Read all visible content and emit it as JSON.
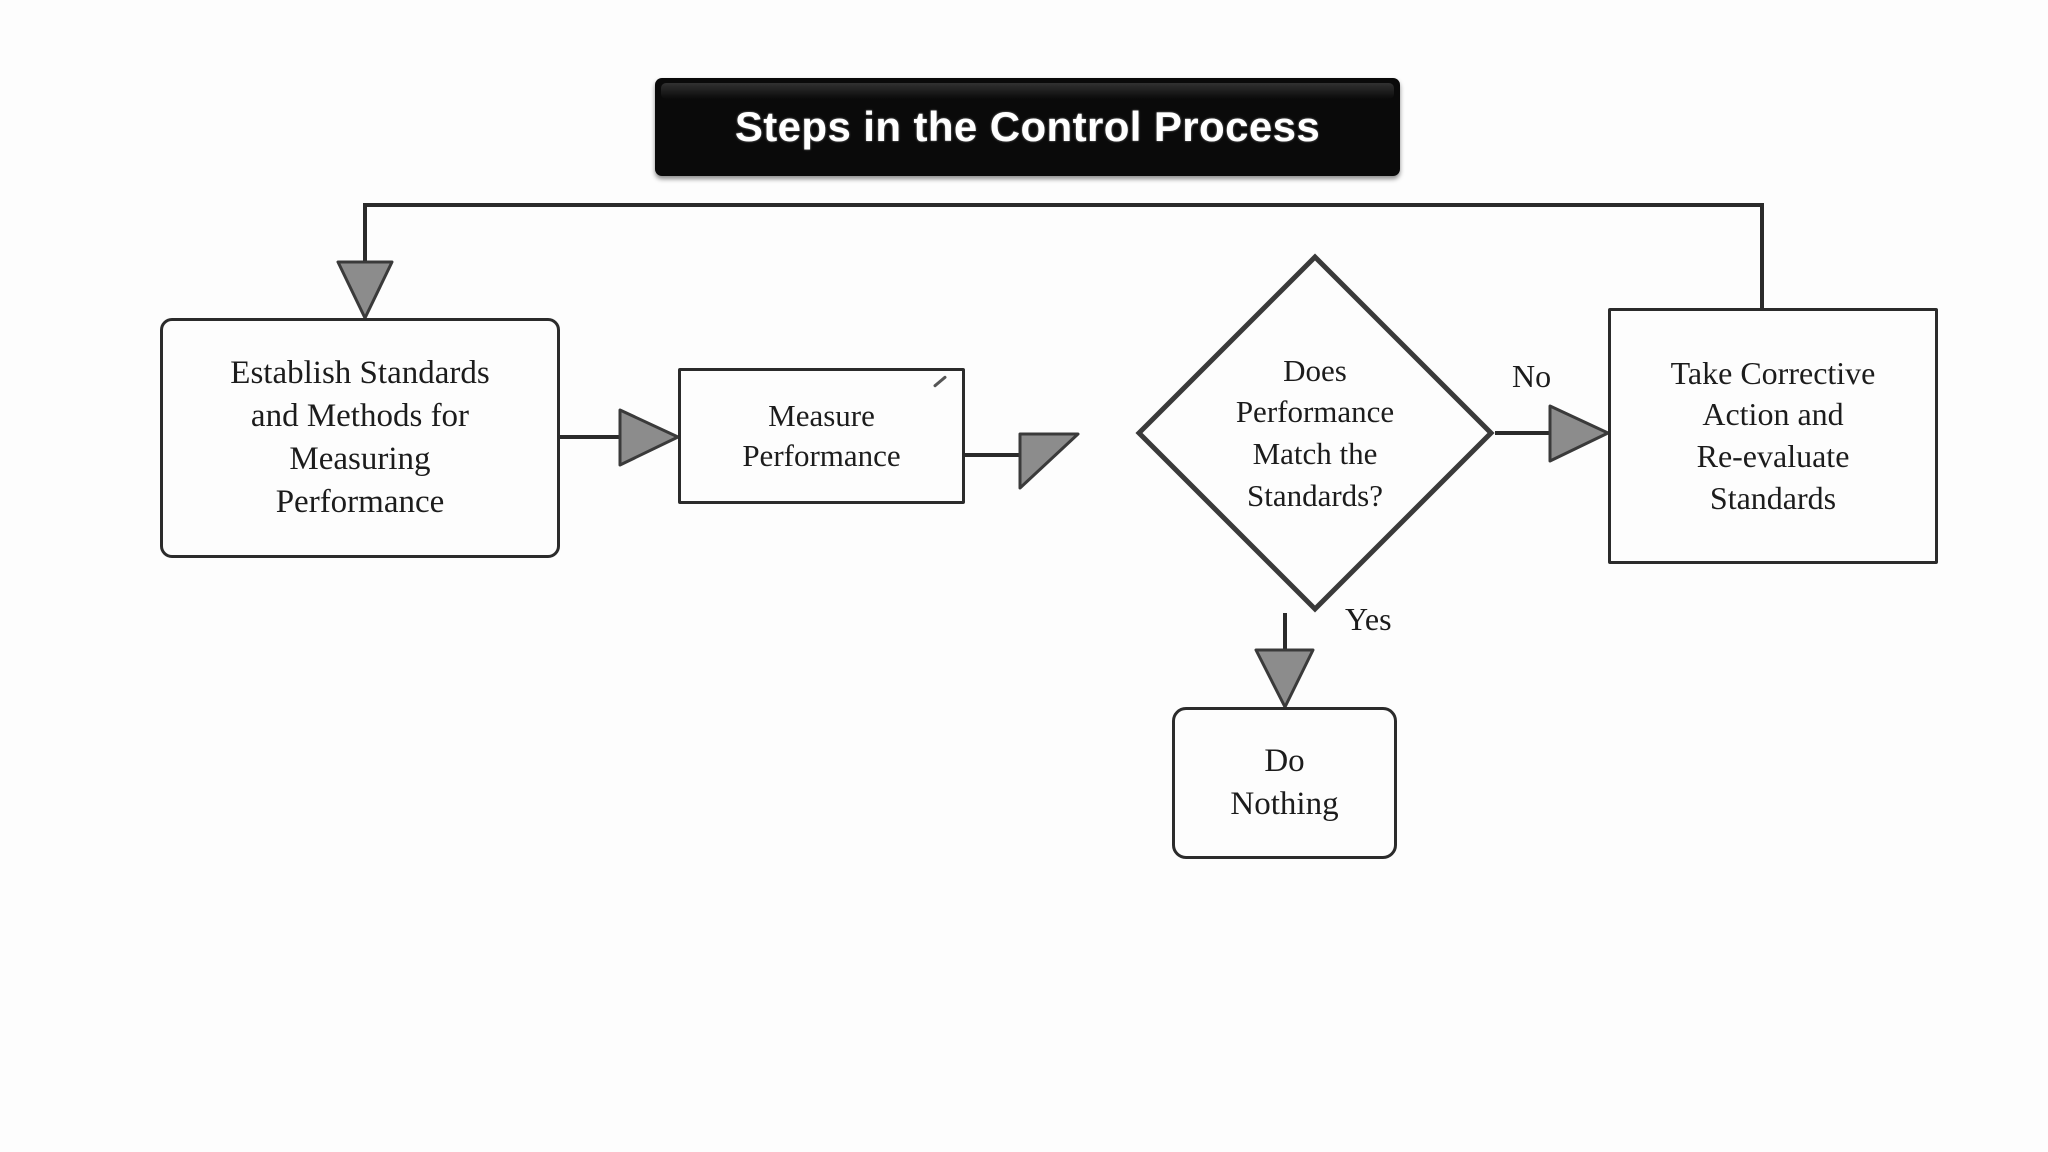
{
  "title": {
    "text": "Steps in the Control Process"
  },
  "diagram": {
    "type": "flowchart",
    "nodes": [
      {
        "id": "establish",
        "shape": "rounded-rectangle",
        "label": "Establish Standards and Methods for Measuring Performance",
        "lines": [
          "Establish Standards",
          "and Methods for",
          "Measuring",
          "Performance"
        ]
      },
      {
        "id": "measure",
        "shape": "rectangle",
        "label": "Measure Performance",
        "lines": [
          "Measure",
          "Performance"
        ]
      },
      {
        "id": "decision",
        "shape": "diamond",
        "label": "Does Performance Match the Standards?",
        "lines": [
          "Does",
          "Performance",
          "Match the",
          "Standards?"
        ]
      },
      {
        "id": "corrective",
        "shape": "rectangle",
        "label": "Take Corrective Action and Re-evaluate Standards",
        "lines": [
          "Take Corrective",
          "Action and",
          "Re-evaluate",
          "Standards"
        ]
      },
      {
        "id": "donothing",
        "shape": "rounded-rectangle",
        "label": "Do Nothing",
        "lines": [
          "Do",
          "Nothing"
        ]
      }
    ],
    "edges": [
      {
        "from": "establish",
        "to": "measure",
        "label": ""
      },
      {
        "from": "measure",
        "to": "decision",
        "label": ""
      },
      {
        "from": "decision",
        "to": "corrective",
        "label": "No"
      },
      {
        "from": "decision",
        "to": "donothing",
        "label": "Yes"
      },
      {
        "from": "corrective",
        "to": "establish",
        "label": ""
      }
    ],
    "edge_labels": {
      "no": "No",
      "yes": "Yes"
    }
  },
  "colors": {
    "banner_background": "#0a0a0a",
    "banner_text": "#ffffff",
    "node_border": "#2b2b2b",
    "node_background": "#fdfdfd",
    "arrow_fill": "#8c8c8c",
    "page_background": "#ffffff"
  },
  "node_lines": {
    "establish": {
      "l1": "Establish Standards",
      "l2": "and Methods for",
      "l3": "Measuring",
      "l4": "Performance"
    },
    "measure": {
      "l1": "Measure",
      "l2": "Performance"
    },
    "decision": {
      "l1": "Does",
      "l2": "Performance",
      "l3": "Match the",
      "l4": "Standards?"
    },
    "corrective": {
      "l1": "Take Corrective",
      "l2": "Action and",
      "l3": "Re-evaluate",
      "l4": "Standards"
    },
    "donothing": {
      "l1": "Do",
      "l2": "Nothing"
    }
  }
}
